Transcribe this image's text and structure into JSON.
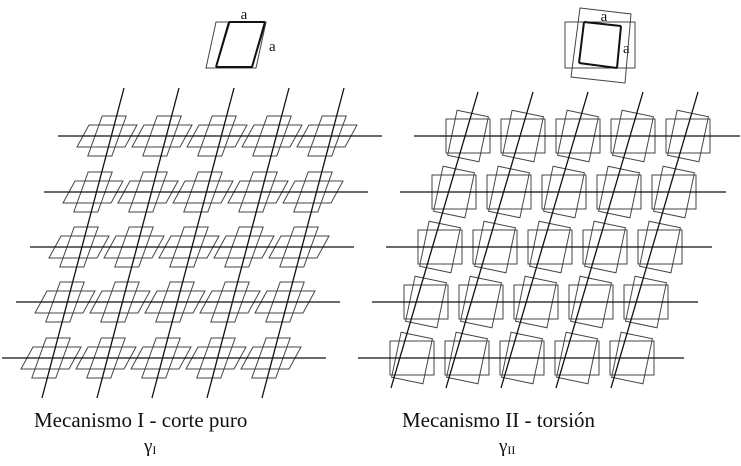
{
  "mechanism_1": {
    "caption": "Mecanismo I - corte puro",
    "symbol": "γ",
    "symbol_sub": "I",
    "unit_cell_top_label": "a",
    "unit_cell_side_label": "a"
  },
  "mechanism_2": {
    "caption": "Mecanismo II - torsión",
    "symbol": "γ",
    "symbol_sub": "II",
    "unit_cell_top_label": "a",
    "unit_cell_side_label": "a"
  },
  "colors": {
    "stroke": "#111111",
    "thin_stroke": "#444444",
    "background": "#ffffff"
  }
}
